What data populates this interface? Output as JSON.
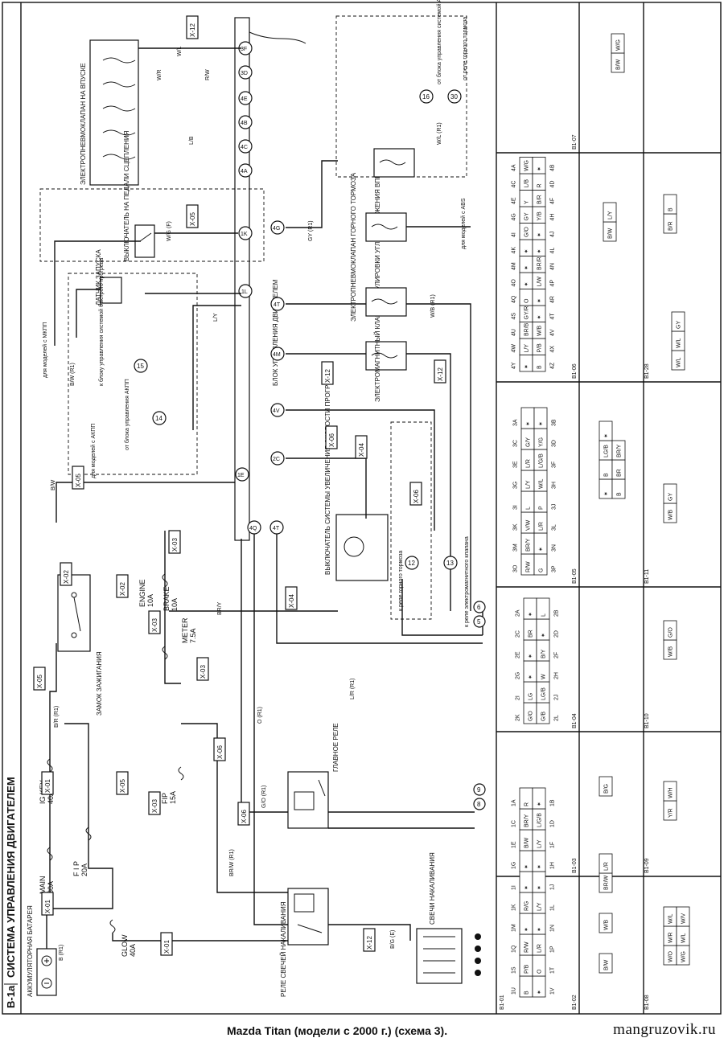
{
  "sheet_id": "B-1a",
  "title": "СИСТЕМА УПРАВЛЕНИЯ ДВИГАТЕЛЕМ",
  "caption": "Mazda Titan (модели с 2000 г.) (схема 3).",
  "watermark": "mangruzovik.ru",
  "components": {
    "battery": "АККУМУЛЯТОРНАЯ БАТАРЕЯ",
    "ignition_switch": "ЗАМОК ЗАЖИГАНИЯ",
    "glow_relay": "РЕЛЕ СВЕЧЕЙ НАКАЛИВАНИЯ",
    "glow_plugs": "СВЕЧИ НАКАЛИВАНИЯ",
    "main_relay": "ГЛАВНОЕ РЕЛЕ",
    "ecu": "БЛОК УПРАВЛЕНИЯ ДВИГАТЕЛЕМ",
    "intake_valves": "ЭЛЕКТРОПНЕВМОКЛАПАН НА ВПУСКЕ",
    "clutch_sw": "ВЫКЛЮЧАТЕЛЬ НА ПЕДАЛИ СЦЕПЛЕНИЯ",
    "start_sensor": "ДАТЧИК ЗАПУСКА",
    "timing_valve": "ЭЛЕКТРОМАГНИТНЫЙ КЛАПАН РЕГУЛИРОВКИ УГЛА ОПЕРЕЖЕНИЯ ВПРЫСКА",
    "brake_valve": "ЭЛЕКТРОПНЕВМОКЛАПАН ГОРНОГО ТОРМОЗА",
    "warmup_sw": "ВЫКЛЮЧАТЕЛЬ СИСТЕМЫ УВЕЛИЧЕНИЯ СКОРОСТИ ПРОГРЕВА"
  },
  "notes": {
    "mt": "для моделей с МКПП",
    "at": "для моделей с АКПП",
    "abs": "для моделей с ABS",
    "to_at_unit": "от блока управления АКПП",
    "to_fast_warmup": "к блоку управления системой быстрого прогрева",
    "to_brake_relay": "к реле горного тормоза",
    "to_exhaust_relay": "к реле электромагнитного клапана",
    "from_abs": "от блока управления системой ABS",
    "to_brake_relay_abs": "от реле горного тормоза"
  },
  "fuses": {
    "main": [
      "MAIN",
      "80A"
    ],
    "ig_key": [
      "IG KEY",
      "40A"
    ],
    "fip": [
      "F I P",
      "20A"
    ],
    "glow": [
      "GLOW",
      "40A"
    ],
    "fip15": [
      "FIP",
      "15A"
    ],
    "engine": [
      "ENGINE",
      "10A"
    ],
    "brake": [
      "BRAKE",
      "10A"
    ],
    "meter": [
      "METER",
      "7.5A"
    ]
  },
  "connectors": {
    "x01a": "X-01",
    "x01b": "X-01",
    "x01c": "X-01",
    "x05a": "X-05",
    "x05b": "X-05",
    "x05c": "X-05",
    "x02a": "X-02",
    "x02b": "X-02",
    "x03a": "X-03",
    "x03b": "X-03",
    "x03c": "X-03",
    "x03d": "X-03",
    "x06a": "X-06",
    "x06b": "X-06",
    "x06c": "X-06",
    "x06d": "X-06",
    "x04a": "X-04",
    "x04b": "X-04",
    "x12a": "X-12",
    "x12b": "X-12",
    "x12c": "X-12",
    "x12d": "X-12"
  },
  "ecu_pins": [
    "1E",
    "2C",
    "4V",
    "4M",
    "4T",
    "4G",
    "1L",
    "1K",
    "4A",
    "4C",
    "4B",
    "4D",
    "3F",
    "4Q",
    "4T",
    "3B",
    "3F"
  ],
  "ecu_pin_labels": {
    "p1": "1E",
    "p2": "2C",
    "p3": "4V",
    "p4": "4M",
    "p5": "4T",
    "p6": "1L",
    "p7": "1K",
    "p8": "4G",
    "p9": "4A",
    "p10": "4C",
    "p11": "4B",
    "p12": "4E",
    "p13": "3D",
    "p14": "3F",
    "p15": "4Q",
    "p16": "4T"
  },
  "circle_refs": [
    "14",
    "15",
    "16",
    "30",
    "12",
    "13",
    "5",
    "6",
    "8",
    "9"
  ],
  "wires": {
    "br": "B (R1)",
    "bw": "B/W",
    "bwr1": "B/W (R1)",
    "brr1": "B/R (R1)",
    "brw": "BR/W (R1)",
    "go": "G/O (R1)",
    "ly": "L/Y",
    "wg": "W/G (F)",
    "gy": "GY (R1)",
    "wb": "W/B (R1)",
    "lr": "L/R (R1)",
    "o": "O (R1)",
    "bry": "BR/Y",
    "bg": "B/G (E)",
    "wl": "W/L (R1)",
    "wr": "W/R",
    "lb": "L/B",
    "rw": "R/W",
    "wl2": "W/L"
  },
  "connector_views": [
    {
      "id": "B1-01",
      "rows": [
        [
          "1U",
          "1S",
          "1Q",
          "1M",
          "1K",
          "1I",
          "1G",
          "1E",
          "1C",
          "1A"
        ],
        [
          "B",
          "P/B",
          "R/W",
          "✶",
          "R/G",
          "✶",
          "✶",
          "B/W",
          "BR/Y",
          "R"
        ],
        [
          "✶",
          "O",
          "L/R",
          "✶",
          "L/Y",
          "✶",
          "✶",
          "L/Y",
          "L/G/B",
          "✶"
        ],
        [
          "1V",
          "1T",
          "1P",
          "1N",
          "1L",
          "1J",
          "1H",
          "1F",
          "1D",
          "1B"
        ]
      ]
    },
    {
      "id": "B1-02 / B1-03 / B1-04",
      "rows": [
        [
          "2K",
          "2I",
          "2G",
          "2E",
          "2C",
          "2A"
        ],
        [
          "G/O",
          "LG",
          "✶",
          "✶",
          "BR",
          "✶"
        ],
        [
          "G/B",
          "LG/B",
          "W",
          "B/Y",
          "✶",
          "L"
        ],
        [
          "2L",
          "2J",
          "2H",
          "2F",
          "2D",
          "2B"
        ]
      ]
    },
    {
      "id": "B1-05",
      "rows": [
        [
          "3O",
          "3M",
          "3K",
          "3I",
          "3G",
          "3E",
          "3C",
          "3A"
        ],
        [
          "R/W",
          "BR/Y",
          "V/W",
          "L",
          "L/Y",
          "L/R",
          "G/Y",
          "✶"
        ],
        [
          "G",
          "✶",
          "L/R",
          "P",
          "W/L",
          "L/G/B",
          "Y/G",
          "✶"
        ],
        [
          "3P",
          "3N",
          "3L",
          "3J",
          "3H",
          "3F",
          "3D",
          "3B"
        ]
      ]
    },
    {
      "id": "B1-06",
      "rows": [
        [
          "4Y",
          "4W",
          "4U",
          "4S",
          "4Q",
          "4O",
          "4M",
          "4K",
          "4I",
          "4G",
          "4E",
          "4C",
          "4A"
        ],
        [
          "✶",
          "L/Y",
          "BR/B",
          "GY/R",
          "O",
          "✶",
          "✶",
          "✶",
          "G/O",
          "GY",
          "Y",
          "L/B",
          "W/G"
        ],
        [
          "B",
          "P/B",
          "W/B",
          "✶",
          "✶",
          "L/W",
          "BR/R",
          "✶",
          "✶",
          "Y/B",
          "B/R",
          "R",
          "✶"
        ],
        [
          "4Z",
          "4X",
          "4V",
          "4T",
          "4R",
          "4P",
          "4N",
          "4L",
          "4J",
          "4H",
          "4F",
          "4D",
          "4B"
        ]
      ]
    }
  ],
  "small_connectors": {
    "b102": [
      "B/W"
    ],
    "b103": [
      "W/B"
    ],
    "b104": [
      "BR/W",
      "L/R"
    ],
    "b105": [
      "W/O",
      "W/R",
      "W/L",
      "W/G",
      "W/L",
      "W/V"
    ],
    "b109": [
      "Y/R",
      "W/H"
    ],
    "b110": [
      "W/B",
      "G/O"
    ],
    "b111": [
      "W/B",
      "GY"
    ],
    "b128": [
      "B/R",
      "B"
    ],
    "b107": [
      "B/W",
      "W/G"
    ],
    "b106": [
      "B/W",
      "L/Y"
    ],
    "b1gy": [
      "W/L",
      "W/L",
      "GY"
    ],
    "b1mid": [
      "✶",
      "B",
      "LG/B",
      "✶",
      "B",
      "BR",
      "BR/Y"
    ],
    "b1cap": [
      "B/G"
    ]
  },
  "view_labels": {
    "v1": "B1-02",
    "v2": "B1-08",
    "v3": "B1-03",
    "v4": "B1-09",
    "v5": "B1-04",
    "v6": "B1-10",
    "v7": "B1-05",
    "v8": "B1-11",
    "v9": "B1-06",
    "v10": "B1-28",
    "v11": "B1-07",
    "v12": "B1-01"
  }
}
